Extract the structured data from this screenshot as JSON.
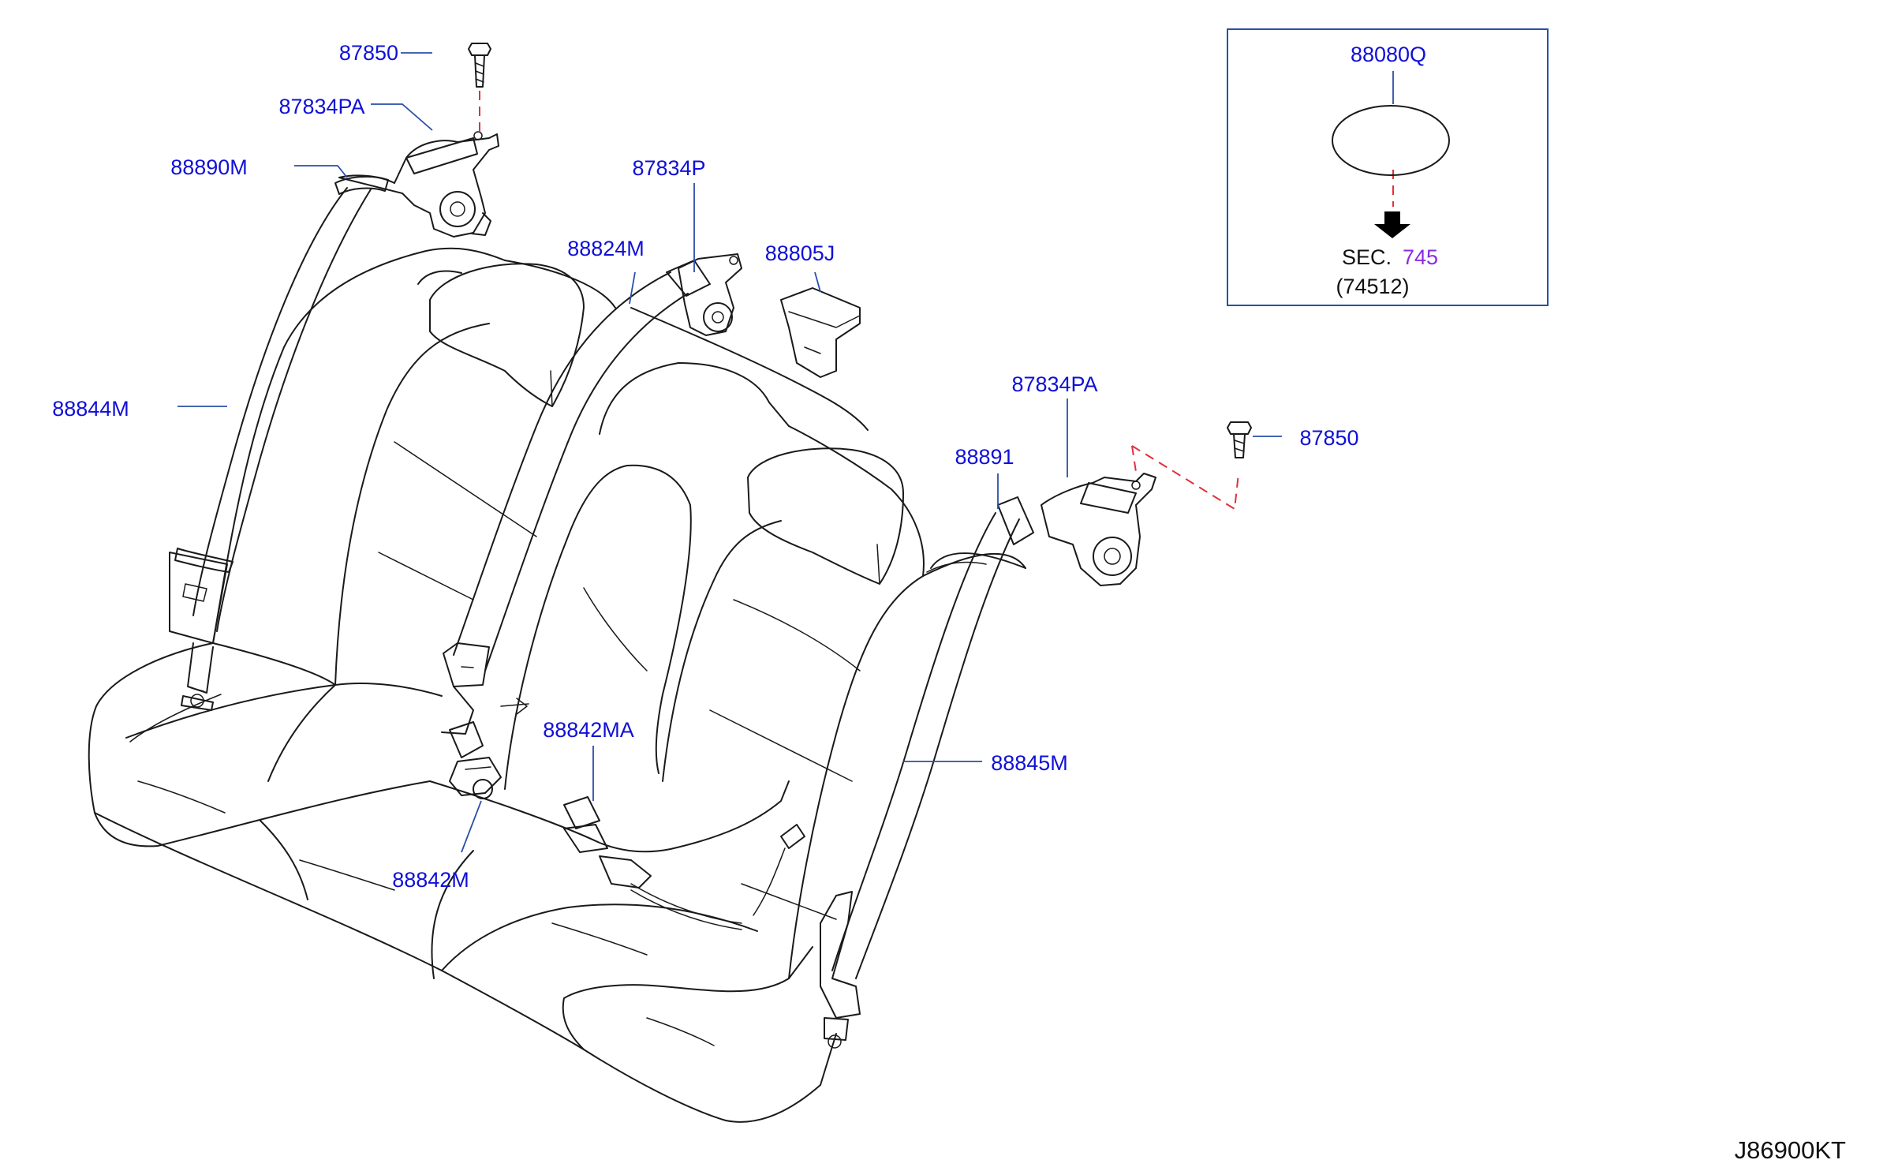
{
  "colors": {
    "label": "#1010d8",
    "section_ref": "#8a2be2",
    "text": "#111111"
  },
  "callouts": {
    "p87850_top": "87850",
    "p87834PA_left": "87834PA",
    "p88890M": "88890M",
    "p88844M": "88844M",
    "p87834P": "87834P",
    "p88824M": "88824M",
    "p88805J": "88805J",
    "p87834PA_right": "87834PA",
    "p87850_right": "87850",
    "p88891": "88891",
    "p88842MA": "88842MA",
    "p88845M": "88845M",
    "p88842M": "88842M"
  },
  "inset": {
    "part": "88080Q",
    "sec_prefix": "SEC.",
    "sec_number": "745",
    "sec_sub": "(74512)"
  },
  "diagram_code": "J86900KT"
}
